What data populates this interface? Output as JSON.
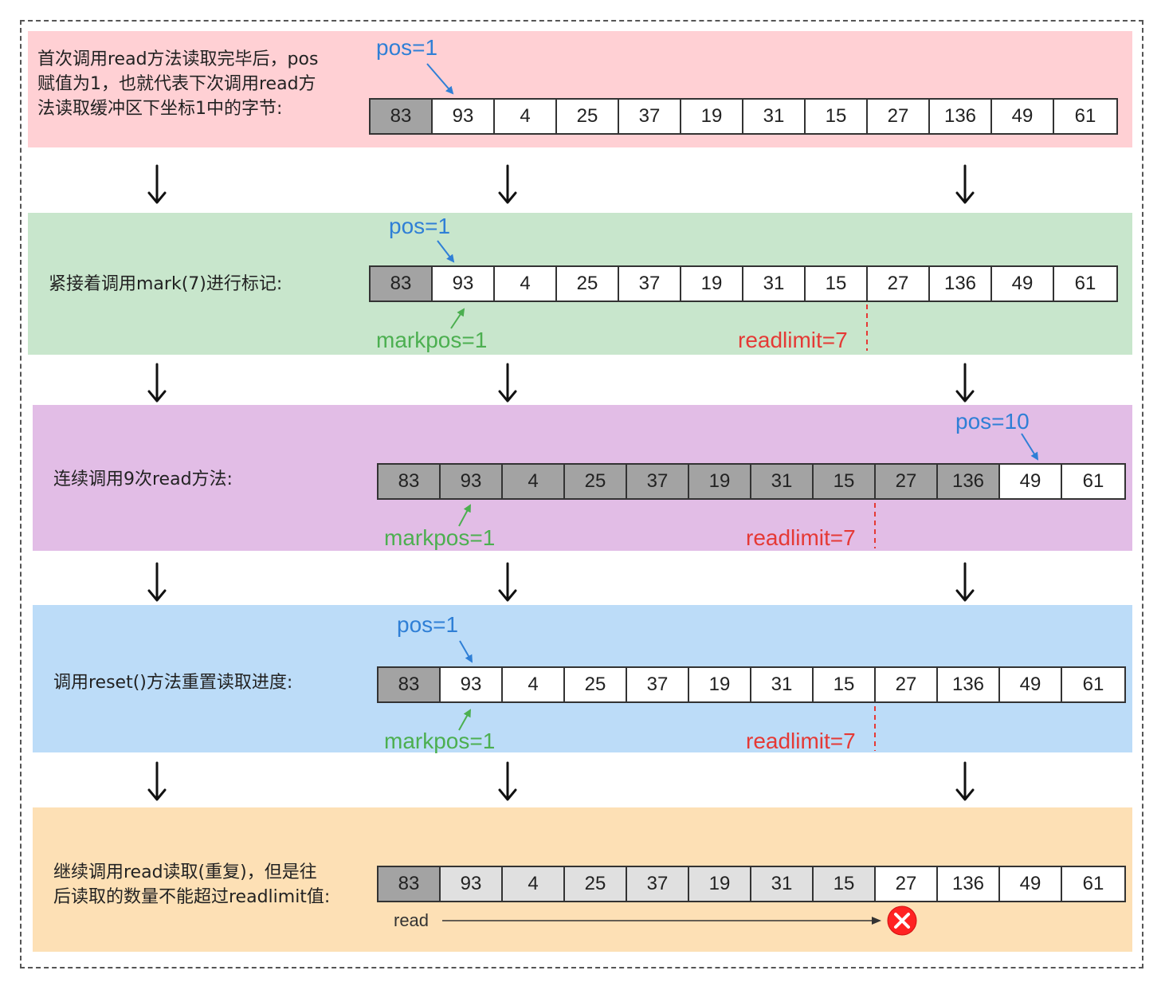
{
  "colors": {
    "pos": "#2f7fd6",
    "markpos": "#4caf50",
    "readlimit": "#e53935",
    "cell_read": "#a3a3a3",
    "cell_unread": "#ffffff",
    "cell_light": "#e0e0e0",
    "error": "#ff2222"
  },
  "buffer": [
    "83",
    "93",
    "4",
    "25",
    "37",
    "19",
    "31",
    "15",
    "27",
    "136",
    "49",
    "61"
  ],
  "steps": [
    {
      "bg": "#ffd0d4",
      "description": "首次调用read方法读取完毕后，pos\n赋值为1，也就代表下次调用read方\n法读取缓冲区下坐标1中的字节:",
      "pos_label": "pos=1",
      "shading": [
        "dark",
        "white",
        "white",
        "white",
        "white",
        "white",
        "white",
        "white",
        "white",
        "white",
        "white",
        "white"
      ]
    },
    {
      "bg": "#c8e6cc",
      "description": "紧接着调用mark(7)进行标记:",
      "pos_label": "pos=1",
      "markpos_label": "markpos=1",
      "readlimit_label": "readlimit=7",
      "shading": [
        "dark",
        "white",
        "white",
        "white",
        "white",
        "white",
        "white",
        "white",
        "white",
        "white",
        "white",
        "white"
      ]
    },
    {
      "bg": "#e2bde6",
      "description": "连续调用9次read方法:",
      "pos_label": "pos=10",
      "markpos_label": "markpos=1",
      "readlimit_label": "readlimit=7",
      "shading": [
        "dark",
        "dark",
        "dark",
        "dark",
        "dark",
        "dark",
        "dark",
        "dark",
        "dark",
        "dark",
        "white",
        "white"
      ]
    },
    {
      "bg": "#bcdcf8",
      "description": "调用reset()方法重置读取进度:",
      "pos_label": "pos=1",
      "markpos_label": "markpos=1",
      "readlimit_label": "readlimit=7",
      "shading": [
        "dark",
        "white",
        "white",
        "white",
        "white",
        "white",
        "white",
        "white",
        "white",
        "white",
        "white",
        "white"
      ]
    },
    {
      "bg": "#fde0b5",
      "description": "继续调用read读取(重复)，但是往\n后读取的数量不能超过readlimit值:",
      "read_label": "read",
      "shading": [
        "dark",
        "light",
        "light",
        "light",
        "light",
        "light",
        "light",
        "light",
        "white",
        "white",
        "white",
        "white"
      ]
    }
  ]
}
